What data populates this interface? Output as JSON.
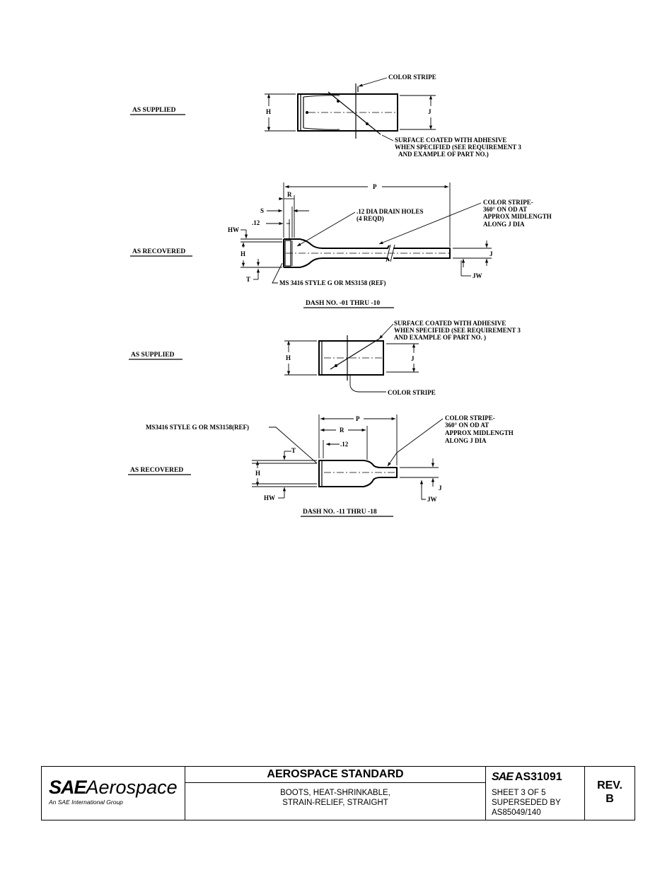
{
  "figure": {
    "fig1": {
      "title": "AS SUPPLIED",
      "color_stripe": "COLOR STRIPE",
      "dim_h": "H",
      "dim_j": "J",
      "note_lines": [
        "SURFACE COATED WITH ADHESIVE",
        "WHEN SPECIFIED (SEE REQUIREMENT 3",
        "AND EXAMPLE OF PART NO.)"
      ]
    },
    "fig2": {
      "title": "AS RECOVERED",
      "dim_p": "P",
      "dim_r": "R",
      "dim_s": "S",
      "dim_12": ".12",
      "dim_hw": "HW",
      "dim_h": "H",
      "dim_t": "T",
      "dim_j": "J",
      "dim_jw": "JW",
      "holes_lines": [
        ".12 DIA DRAIN HOLES",
        "(4 REQD)"
      ],
      "stripe_lines": [
        "COLOR STRIPE-",
        "360° ON OD AT",
        "APPROX MIDLENGTH",
        "ALONG J DIA"
      ],
      "ms_ref": "MS 3416 STYLE G OR MS3158 (REF)",
      "caption": "DASH NO. -01 THRU -10"
    },
    "fig3": {
      "title": "AS SUPPLIED",
      "note_lines": [
        "SURFACE COATED WITH ADHESIVE",
        "WHEN SPECIFIED (SEE REQUIREMENT 3",
        "AND EXAMPLE OF PART NO. )"
      ],
      "dim_h": "H",
      "dim_j": "J",
      "color_stripe": "COLOR STRIPE"
    },
    "fig4": {
      "title": "AS RECOVERED",
      "ms_ref": "MS3416 STYLE G OR MS3158(REF)",
      "dim_p": "P",
      "dim_r": "R",
      "dim_12": ".12",
      "dim_t": "T",
      "dim_h": "H",
      "dim_hw": "HW",
      "dim_j": "J",
      "dim_jw": "JW",
      "stripe_lines": [
        "COLOR STRIPE-",
        "360° ON OD AT",
        "APPROX MIDLENGTH",
        "ALONG J DIA"
      ],
      "caption": "DASH NO. -11 THRU -18"
    }
  },
  "title_block": {
    "logo_sae": "SAE",
    "logo_aerospace": "Aerospace",
    "logo_tagline": "An SAE International Group",
    "standard_heading": "AEROSPACE STANDARD",
    "description_lines": [
      "BOOTS, HEAT-SHRINKABLE,",
      "STRAIN-RELIEF, STRAIGHT"
    ],
    "doc_sae": "SAE",
    "doc_number": "AS31091",
    "sheet_lines": [
      "SHEET 3 OF 5",
      "SUPERSEDED BY",
      "AS85049/140"
    ],
    "rev_label": "REV.",
    "rev_value": "B"
  }
}
